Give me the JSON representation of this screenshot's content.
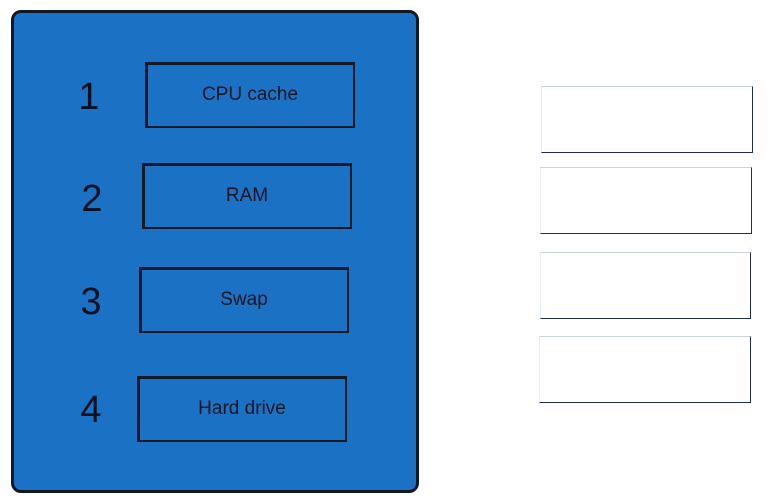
{
  "left_panel": {
    "color": "#1b72c4",
    "rows": [
      {
        "number": "1",
        "label": "CPU cache"
      },
      {
        "number": "2",
        "label": "RAM"
      },
      {
        "number": "3",
        "label": "Swap"
      },
      {
        "number": "4",
        "label": "Hard drive"
      }
    ]
  },
  "answer_slots": [
    {
      "value": ""
    },
    {
      "value": ""
    },
    {
      "value": ""
    },
    {
      "value": ""
    }
  ]
}
